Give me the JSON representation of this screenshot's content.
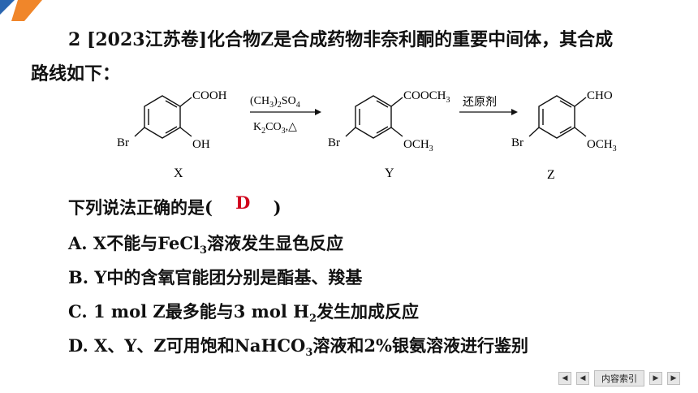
{
  "question": {
    "line1": "2 [2023江苏卷]化合物Z是合成药物非奈利酮的重要中间体，其合成",
    "line2": "路线如下："
  },
  "scheme": {
    "x": {
      "top_group": "COOH",
      "left_sub": "Br",
      "right_sub": "OH",
      "label": "X"
    },
    "step1": {
      "reagent_top": "(CH3)2SO4",
      "reagent_bottom": "K2CO3,△"
    },
    "y": {
      "top_group": "COOCH3",
      "left_sub": "Br",
      "right_sub": "OCH3",
      "label": "Y"
    },
    "step2": {
      "reagent_top": "还原剂"
    },
    "z": {
      "top_group": "CHO",
      "left_sub": "Br",
      "right_sub": "OCH3",
      "label": "Z"
    }
  },
  "prompt": {
    "before": "下列说法正确的是(",
    "answer": "D",
    "after": ")"
  },
  "options": {
    "A": "A. X不能与FeCl3溶液发生显色反应",
    "B": "B. Y中的含氧官能团分别是酯基、羧基",
    "C": "C. 1 mol Z最多能与3 mol H2发生加成反应",
    "D": "D. X、Y、Z可用饱和NaHCO3溶液和2%银氨溶液进行鉴别"
  },
  "nav": {
    "index_label": "内容索引"
  },
  "colors": {
    "answer": "#d0021b",
    "corner_orange": "#f0862a",
    "corner_blue": "#2a66b0"
  }
}
